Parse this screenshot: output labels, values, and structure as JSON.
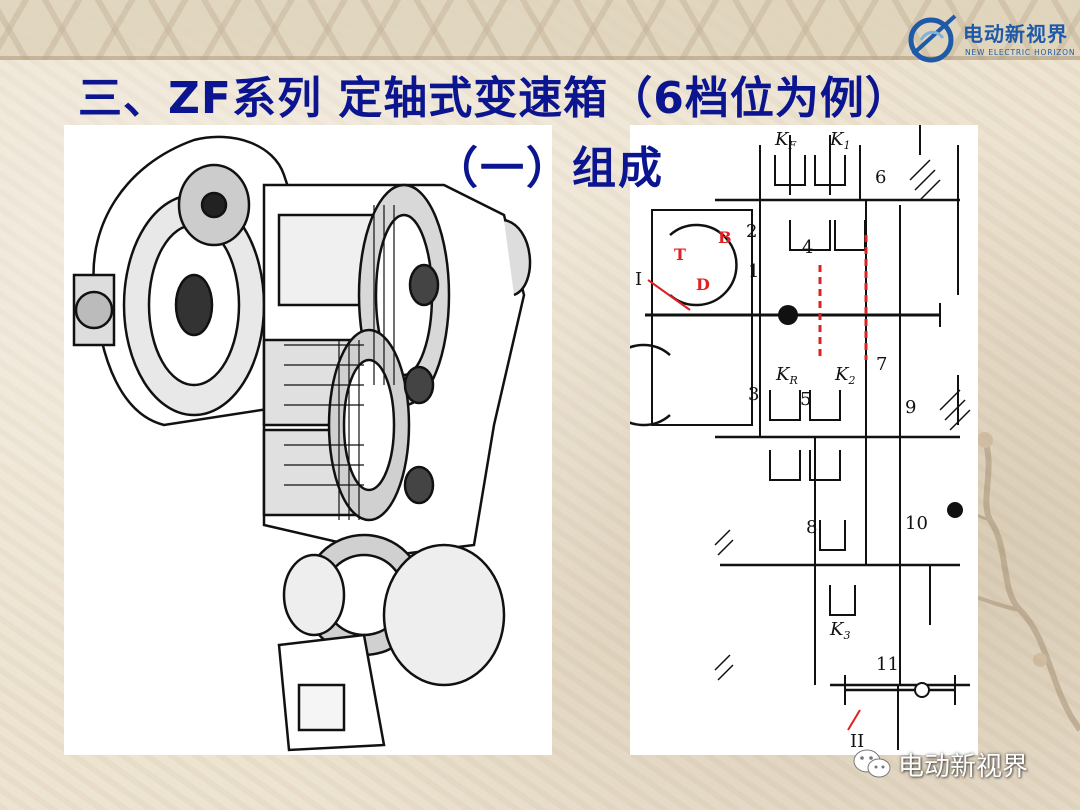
{
  "slide": {
    "title": "三、ZF系列 定轴式变速箱（6档位为例）",
    "subtitle": "（一）组成"
  },
  "logo": {
    "name": "电动新视界",
    "tagline": "NEW ELECTRIC HORIZON"
  },
  "diagram": {
    "labels": {
      "kf": "K",
      "kf_sub": "F",
      "k1": "K",
      "k1_sub": "1",
      "kr": "K",
      "kr_sub": "R",
      "k2": "K",
      "k2_sub": "2",
      "k3": "K",
      "k3_sub": "3",
      "n1": "1",
      "n2": "2",
      "n3": "3",
      "n4": "4",
      "n5": "5",
      "n6": "6",
      "n7": "7",
      "n8": "8",
      "n9": "9",
      "n10": "10",
      "n11": "11",
      "input": "I",
      "output": "II",
      "t": "T",
      "b": "B",
      "d": "D"
    }
  },
  "watermark": {
    "text": "电动新视界"
  },
  "colors": {
    "title": "#0c1590",
    "logo": "#1e5aa8",
    "highlight": "#e02020"
  }
}
